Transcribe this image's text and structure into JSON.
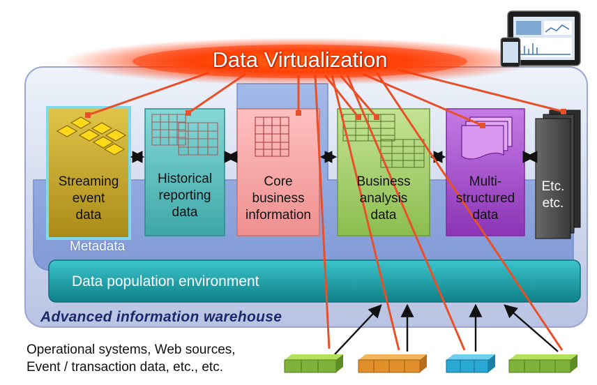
{
  "header": {
    "title": "Data Virtualization"
  },
  "stores": [
    {
      "label_lines": [
        "Streaming",
        "event",
        "data"
      ]
    },
    {
      "label_lines": [
        "Historical",
        "reporting",
        "data"
      ]
    },
    {
      "label_lines": [
        "Core",
        "business",
        "information"
      ]
    },
    {
      "label_lines": [
        "Business",
        "analysis",
        "data"
      ]
    },
    {
      "label_lines": [
        "Multi-",
        "structured",
        "data"
      ]
    },
    {
      "label_lines": [
        "Etc.",
        "etc."
      ]
    }
  ],
  "metadata_label": "Metadata",
  "population_label": "Data population environment",
  "warehouse_label": "Advanced information warehouse",
  "sources": {
    "line1": "Operational systems, Web sources,",
    "line2": "Event / transaction data, etc., etc."
  },
  "colors": {
    "virtualization": "#ff3a00",
    "connector": "#e8502a",
    "streaming": "#c9a020",
    "historical": "#5cc0c0",
    "core": "#f7a3a3",
    "business": "#a8cf6e",
    "multi": "#a64fd0",
    "etc": "#505050",
    "population": "#1a9aa5",
    "warehouse_text": "#1b2a6b"
  }
}
